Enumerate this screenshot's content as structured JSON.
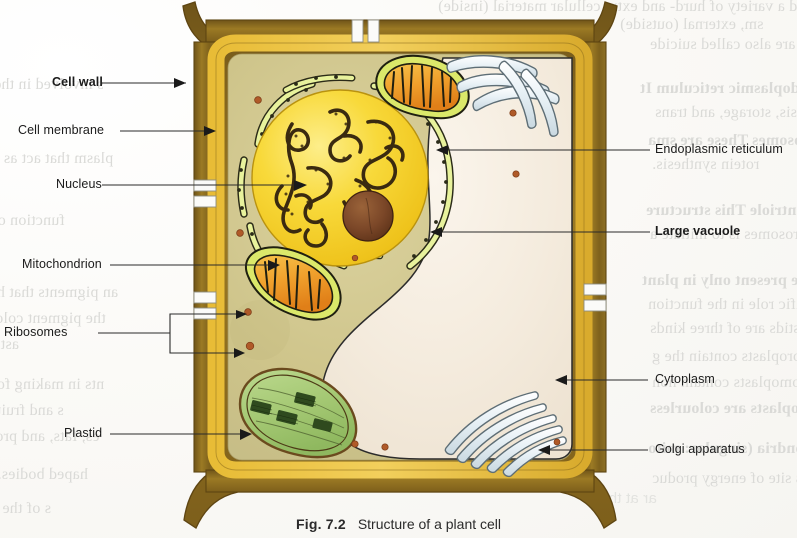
{
  "figure": {
    "number": "Fig. 7.2",
    "title": "Structure of a plant cell",
    "subject": "plant-cell-diagram"
  },
  "labels": {
    "cell_wall": "Cell wall",
    "cell_membrane": "Cell membrane",
    "nucleus": "Nucleus",
    "mitochondrion": "Mitochondrion",
    "ribosomes": "Ribosomes",
    "plastid": "Plastid",
    "endoplasmic_reticulum": "Endoplasmic reticulum",
    "large_vacuole": "Large vacuole",
    "cytoplasm": "Cytoplasm",
    "golgi_apparatus": "Golgi apparatus"
  },
  "label_styles": {
    "cell_wall": "bold",
    "cell_membrane": "regular",
    "nucleus": "regular",
    "mitochondrion": "regular",
    "ribosomes": "regular",
    "plastid": "regular",
    "endoplasmic_reticulum": "regular",
    "large_vacuole": "bold",
    "cytoplasm": "regular",
    "golgi_apparatus": "regular"
  },
  "colors": {
    "paper": "#faf9f6",
    "cell_wall_outer": "#8a6d २1",
    "wall_dark": "#8a6c24",
    "wall_mid": "#b08c2a",
    "wall_gold": "#e2b93c",
    "wall_gold_light": "#efd06a",
    "cytoplasm": "#cdc389",
    "cytoplasm_light": "#d8cf9b",
    "vacuole": "#f4ece0",
    "nucleus_fill": "#f6d32a",
    "nucleus_fill_light": "#fae97a",
    "nucleolus": "#7c4a2b",
    "chromatin": "#3a2a10",
    "er_fill": "#e4ef9a",
    "er_stroke": "#2b2b1a",
    "mito_outer": "#dbe86a",
    "mito_inner": "#f0a733",
    "plastid_fill": "#a8cc7a",
    "plastid_stroke": "#6b4a1e",
    "grana": "#2f4a1e",
    "golgi_fill": "#e9f2f6",
    "golgi_stroke": "#6b7a80",
    "ribosome": "#b05a28",
    "leader_line": "#2a2a2a",
    "label_text": "#1b1b1b"
  },
  "organelles": [
    {
      "name": "cell-wall",
      "description": "thick outer layer, dark olive outer band with golden inner band, flared corners"
    },
    {
      "name": "cell-membrane",
      "description": "golden inner lining of the wall"
    },
    {
      "name": "plasmodesmata",
      "description": "white rectangular gaps interrupting the wall",
      "count": 8
    },
    {
      "name": "nucleus",
      "description": "large yellow sphere with dark chromatin threads and brown nucleolus"
    },
    {
      "name": "nucleolus",
      "description": "dark brown circle inside the nucleus"
    },
    {
      "name": "endoplasmic-reticulum",
      "description": "pale green studded cisternae surrounding the nucleus"
    },
    {
      "name": "mitochondrion-upper",
      "description": "bean shape, yellow-green envelope, orange matrix with cristae"
    },
    {
      "name": "mitochondrion-lower",
      "description": "bean shape, yellow-green envelope, orange matrix with cristae"
    },
    {
      "name": "large-vacuole",
      "description": "large pale cream region occupying right-centre of the cell"
    },
    {
      "name": "plastid",
      "description": "green lens-shaped chloroplast with dark grana stacks, lower left"
    },
    {
      "name": "golgi-upper",
      "description": "pale blue curved stacked cisternae, top right"
    },
    {
      "name": "golgi-lower",
      "description": "pale blue curved stacked cisternae, bottom right"
    },
    {
      "name": "ribosomes",
      "description": "small reddish-brown dots scattered in the cytoplasm",
      "count": 9
    }
  ],
  "bleed_through_text": [
    "gesting cells and a variety of hurd- and extra cellular material (inside)",
    "sm, external (outside)",
    "hey are also called suicide",
    "Endoplasmic reticulum    It",
    "nthesis, storage, and trans",
    "osomes   These are sma",
    "rotein synthesis.",
    "ntriole   This structure",
    "ntrosomes is to initiate a",
    "stids   These are present only in plant cells. Each",
    "play a specific role in the functioning of the pl",
    "lastids are of three kinds",
    "Chloroplasts contain the g",
    "Chromoplasts contain non",
    "Leucoplasts are colourless",
    "hondria (singular: mito",
    "as site of energy produc"
  ]
}
